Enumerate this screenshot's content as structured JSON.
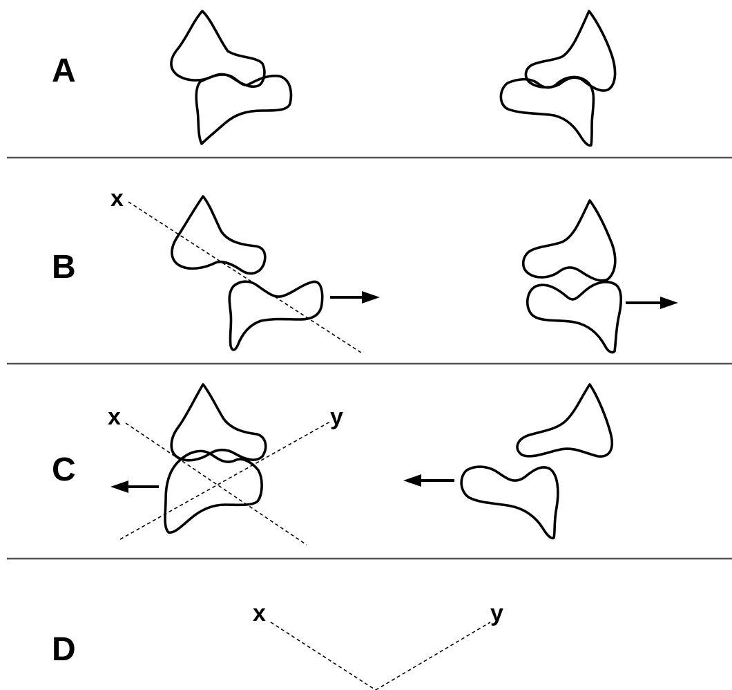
{
  "rows": [
    {
      "label": "A"
    },
    {
      "label": "B"
    },
    {
      "label": "C"
    },
    {
      "label": "D"
    }
  ],
  "axes": {
    "b_x": "x",
    "c_x": "x",
    "c_y": "y",
    "d_x": "x",
    "d_y": "y"
  },
  "colors": {
    "stroke": "#000000",
    "divider": "#555555",
    "background": "#ffffff"
  }
}
